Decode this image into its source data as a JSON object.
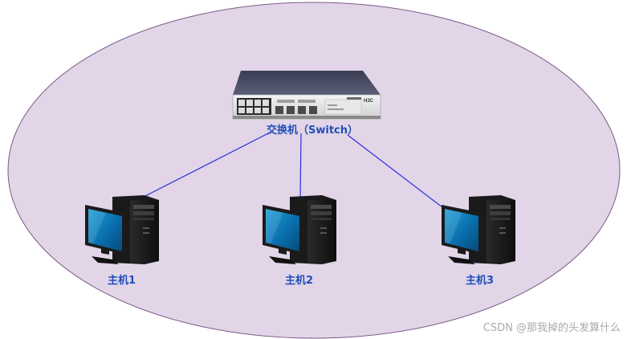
{
  "network": {
    "switch": {
      "label": "交换机（Switch）",
      "brand": "H3C",
      "icon": "network-switch-icon"
    },
    "hosts": [
      {
        "label": "主机1",
        "icon": "desktop-computer-icon"
      },
      {
        "label": "主机2",
        "icon": "desktop-computer-icon"
      },
      {
        "label": "主机3",
        "icon": "desktop-computer-icon"
      }
    ],
    "link_color": "#2a2ee0",
    "region_fill": "#e2d5e8",
    "region_stroke": "#7b5a86"
  },
  "watermark": "CSDN @那我掉的头发算什么"
}
